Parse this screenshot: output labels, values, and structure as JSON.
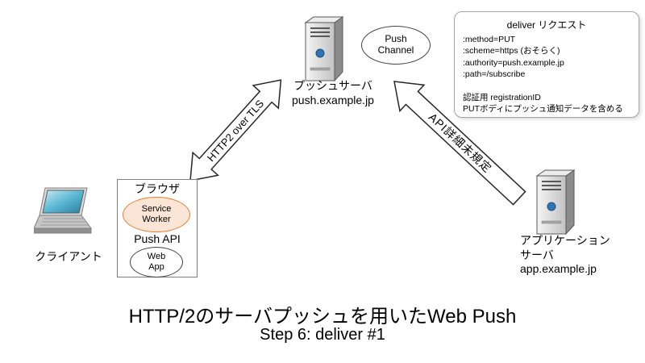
{
  "title": "HTTP/2のサーバプッシュを用いたWeb Push",
  "subtitle": "Step 6: deliver #1",
  "client": {
    "label": "クライアント"
  },
  "browser": {
    "label": "ブラウザ",
    "service_worker": "Service Worker",
    "push_api": "Push API",
    "web_app": "Web App"
  },
  "push_server": {
    "name": "プッシュサーバ",
    "host": "push.example.jp"
  },
  "push_channel": {
    "label": "Push Channel"
  },
  "app_server": {
    "name": "アプリケーションサーバ",
    "host": "app.example.jp"
  },
  "arrows": {
    "http2_label": "HTTP2 over TLS",
    "api_label": "API詳細未規定"
  },
  "callout": {
    "title": "deliver リクエスト",
    "lines": [
      ":method=PUT",
      ":scheme=https (おそらく)",
      ":authority=push.example.jp",
      ":path=/subscribe",
      "",
      "認証用 registrationID",
      "PUTボディにプッシュ通知データを含める"
    ]
  },
  "colors": {
    "service_worker_fill": "#fbe5d6",
    "service_worker_border": "#ed7d31",
    "server_button_blue": "#2e75b6",
    "laptop_screen_teal": "#5bb8d4",
    "arrow_outline": "#262626"
  }
}
